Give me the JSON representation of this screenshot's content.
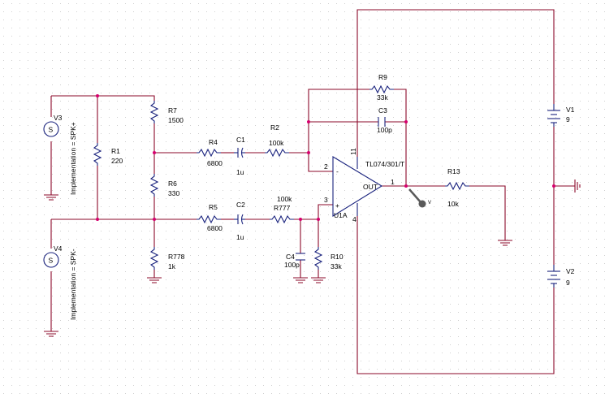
{
  "colors": {
    "wire": "#8b0a2a",
    "component": "#1a237e",
    "junction": "#d6006e",
    "grid": "#cfcfcf",
    "background": "#ffffff"
  },
  "sources": [
    {
      "ref": "V3",
      "impl": "Implementation = SPK+"
    },
    {
      "ref": "V4",
      "impl": "Implementation = SPK-"
    },
    {
      "ref": "V1",
      "value": "9"
    },
    {
      "ref": "V2",
      "value": "9"
    }
  ],
  "source_symbol": "S",
  "resistors": [
    {
      "ref": "R1",
      "value": "220"
    },
    {
      "ref": "R7",
      "value": "1500"
    },
    {
      "ref": "R6",
      "value": "330"
    },
    {
      "ref": "R778",
      "value": "1k"
    },
    {
      "ref": "R4",
      "value": "6800"
    },
    {
      "ref": "R5",
      "value": "6800"
    },
    {
      "ref": "R2",
      "value": "100k"
    },
    {
      "ref": "R777",
      "value": "100k"
    },
    {
      "ref": "R9",
      "value": "33k"
    },
    {
      "ref": "R10",
      "value": "33k"
    },
    {
      "ref": "R13",
      "value": "10k"
    }
  ],
  "capacitors": [
    {
      "ref": "C1",
      "value": "1u"
    },
    {
      "ref": "C2",
      "value": "1u"
    },
    {
      "ref": "C3",
      "value": "100p"
    },
    {
      "ref": "C4",
      "value": "100p"
    }
  ],
  "opamp": {
    "part": "TL074/301/T",
    "ref": "U1A",
    "out_label": "OUT",
    "minus": "-",
    "plus": "+",
    "pins": {
      "inv": "2",
      "noninv": "3",
      "out": "1",
      "vpos": "11",
      "vneg": "4"
    }
  },
  "probe_label": "V"
}
